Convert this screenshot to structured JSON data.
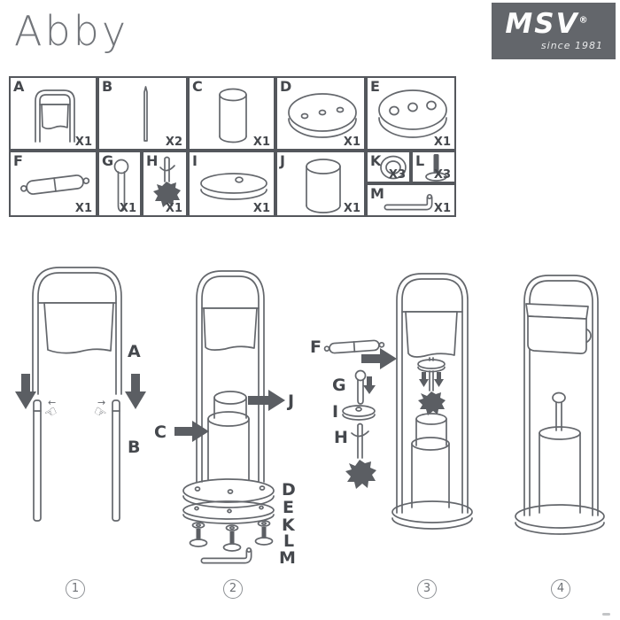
{
  "title": "Abby",
  "brand": {
    "name": "MSV",
    "registered": "®",
    "tagline": "since 1981"
  },
  "colors": {
    "line": "#64676c",
    "label": "#45484d",
    "logo_bg": "#63666b",
    "title_gray": "#73767b"
  },
  "parts": [
    {
      "id": "A",
      "qty": "X1",
      "name": "frame-with-paper-holder"
    },
    {
      "id": "B",
      "qty": "X2",
      "name": "support-pole"
    },
    {
      "id": "C",
      "qty": "X1",
      "name": "inner-cylinder"
    },
    {
      "id": "D",
      "qty": "X1",
      "name": "oval-plate-small-holes"
    },
    {
      "id": "E",
      "qty": "X1",
      "name": "oval-plate-large-holes"
    },
    {
      "id": "F",
      "qty": "X1",
      "name": "spring-paper-roller"
    },
    {
      "id": "G",
      "qty": "X1",
      "name": "brush-handle"
    },
    {
      "id": "H",
      "qty": "X1",
      "name": "brush-head"
    },
    {
      "id": "I",
      "qty": "X1",
      "name": "brush-lid-disc"
    },
    {
      "id": "J",
      "qty": "X1",
      "name": "outer-cylinder"
    },
    {
      "id": "K",
      "qty": "X3",
      "name": "washer"
    },
    {
      "id": "L",
      "qty": "X3",
      "name": "bolt"
    },
    {
      "id": "M",
      "qty": "X1",
      "name": "allen-key"
    }
  ],
  "steps": [
    {
      "number": "1",
      "labels": [
        "A",
        "B"
      ]
    },
    {
      "number": "2",
      "labels": [
        "C",
        "J",
        "D",
        "E",
        "K",
        "L",
        "M"
      ]
    },
    {
      "number": "3",
      "labels": [
        "F",
        "G",
        "I",
        "H"
      ]
    },
    {
      "number": "4",
      "labels": []
    }
  ],
  "icons": {
    "hand_left": "☜",
    "hand_right": "☞",
    "arrow_left": "←",
    "arrow_right": "→"
  }
}
